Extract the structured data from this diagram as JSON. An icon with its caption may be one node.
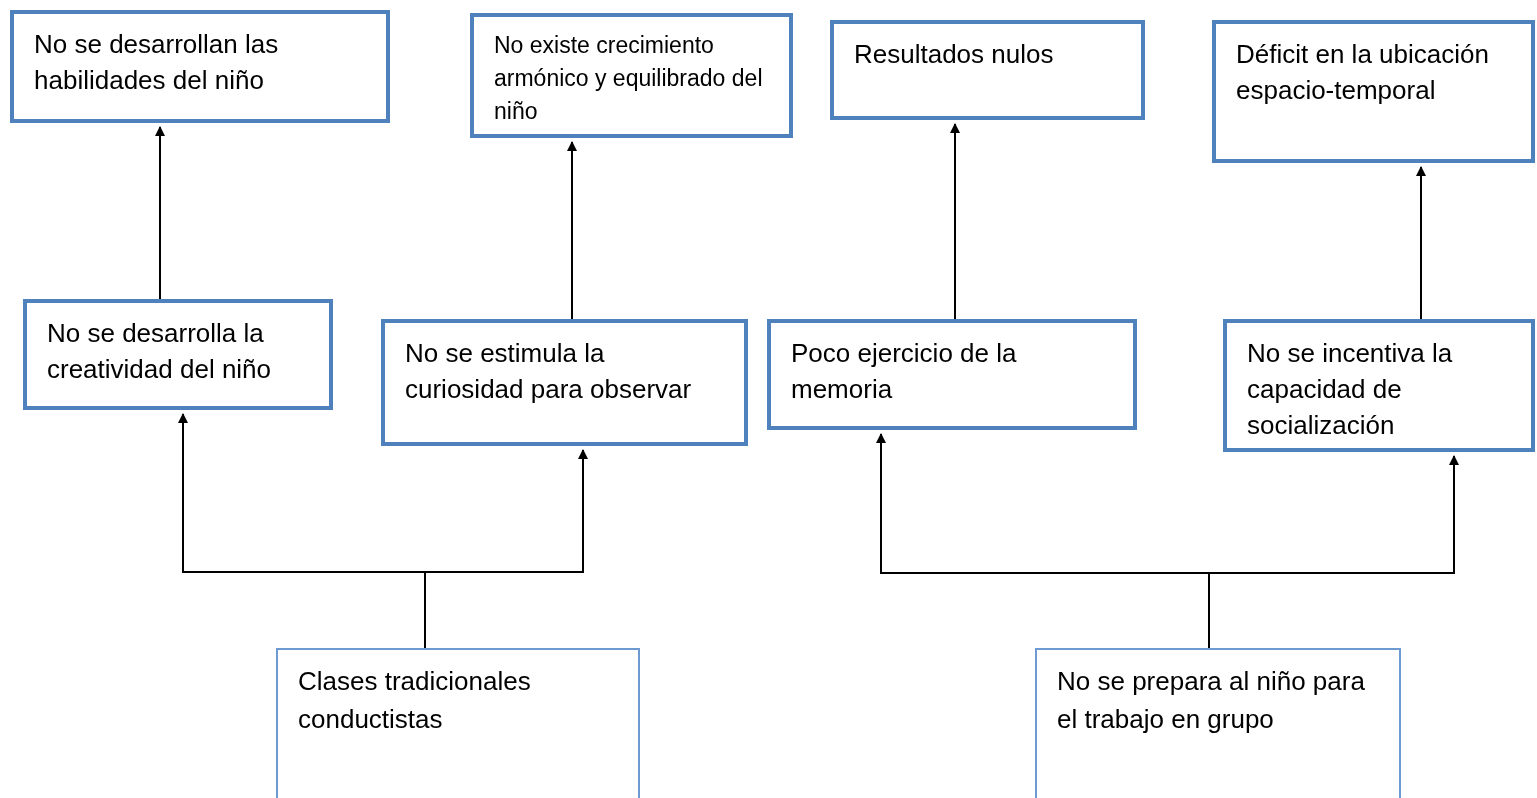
{
  "diagram": {
    "nodes": [
      {
        "text": [
          "No se desarrollan las habilidades del niño"
        ]
      },
      {
        "text": [
          "No existe crecimiento armónico y equilibrado del niño"
        ]
      },
      {
        "text": [
          "Resultados nulos"
        ]
      },
      {
        "text": [
          "Déficit en la ubicación espacio-temporal"
        ]
      },
      {
        "text": [
          "No se desarrolla la creatividad del niño"
        ]
      },
      {
        "text": [
          "No se estimula la curiosidad para observar"
        ]
      },
      {
        "text": [
          "Poco ejercicio de la memoria"
        ]
      },
      {
        "text": [
          "No se incentiva la capacidad de socialización"
        ]
      },
      {
        "text": [
          "Clases tradicionales conductistas"
        ]
      },
      {
        "text": [
          "No se prepara al niño para el trabajo en grupo"
        ]
      }
    ],
    "edges": [
      {
        "from": 4,
        "to": 0,
        "arrow": "to"
      },
      {
        "from": 5,
        "to": 1,
        "arrow": "to"
      },
      {
        "from": 6,
        "to": 2,
        "arrow": "to"
      },
      {
        "from": 7,
        "to": 3,
        "arrow": "to"
      },
      {
        "from": 8,
        "to": 4,
        "arrow": "to"
      },
      {
        "from": 8,
        "to": 5,
        "arrow": "to"
      },
      {
        "from": 9,
        "to": 6,
        "arrow": "to"
      },
      {
        "from": 9,
        "to": 7,
        "arrow": "to"
      }
    ]
  }
}
